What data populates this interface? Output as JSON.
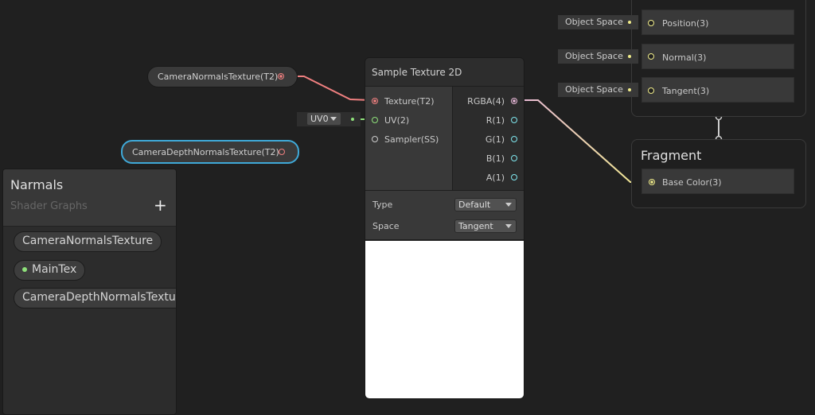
{
  "graph": {
    "property_nodes": [
      {
        "label": "CameraNormalsTexture(T2)",
        "selected": false
      },
      {
        "label": "CameraDepthNormalsTexture(T2)",
        "selected": true
      }
    ],
    "uv_dropdown": {
      "value": "UV0"
    },
    "sample_node": {
      "title": "Sample Texture 2D",
      "inputs": [
        "Texture(T2)",
        "UV(2)",
        "Sampler(SS)"
      ],
      "outputs": [
        "RGBA(4)",
        "R(1)",
        "G(1)",
        "B(1)",
        "A(1)"
      ],
      "options": [
        {
          "label": "Type",
          "value": "Default"
        },
        {
          "label": "Space",
          "value": "Tangent"
        }
      ]
    },
    "vertex_context": {
      "rows": [
        {
          "label": "Position(3)",
          "default": "Object Space"
        },
        {
          "label": "Normal(3)",
          "default": "Object Space"
        },
        {
          "label": "Tangent(3)",
          "default": "Object Space"
        }
      ]
    },
    "fragment_context": {
      "title": "Fragment",
      "rows": [
        "Base Color(3)"
      ]
    }
  },
  "blackboard": {
    "title": "Narmals",
    "subtitle": "Shader Graphs",
    "add_icon": "plus-icon",
    "properties": [
      "CameraNormalsTexture",
      "MainTex",
      "CameraDepthNormalsTexture"
    ]
  },
  "colors": {
    "texture_port": "#f08080",
    "uv_port": "#8ee07a",
    "vector1_port": "#7fe6ee",
    "vector3_port": "#f0ec8a",
    "selection": "#3fa9d8"
  }
}
